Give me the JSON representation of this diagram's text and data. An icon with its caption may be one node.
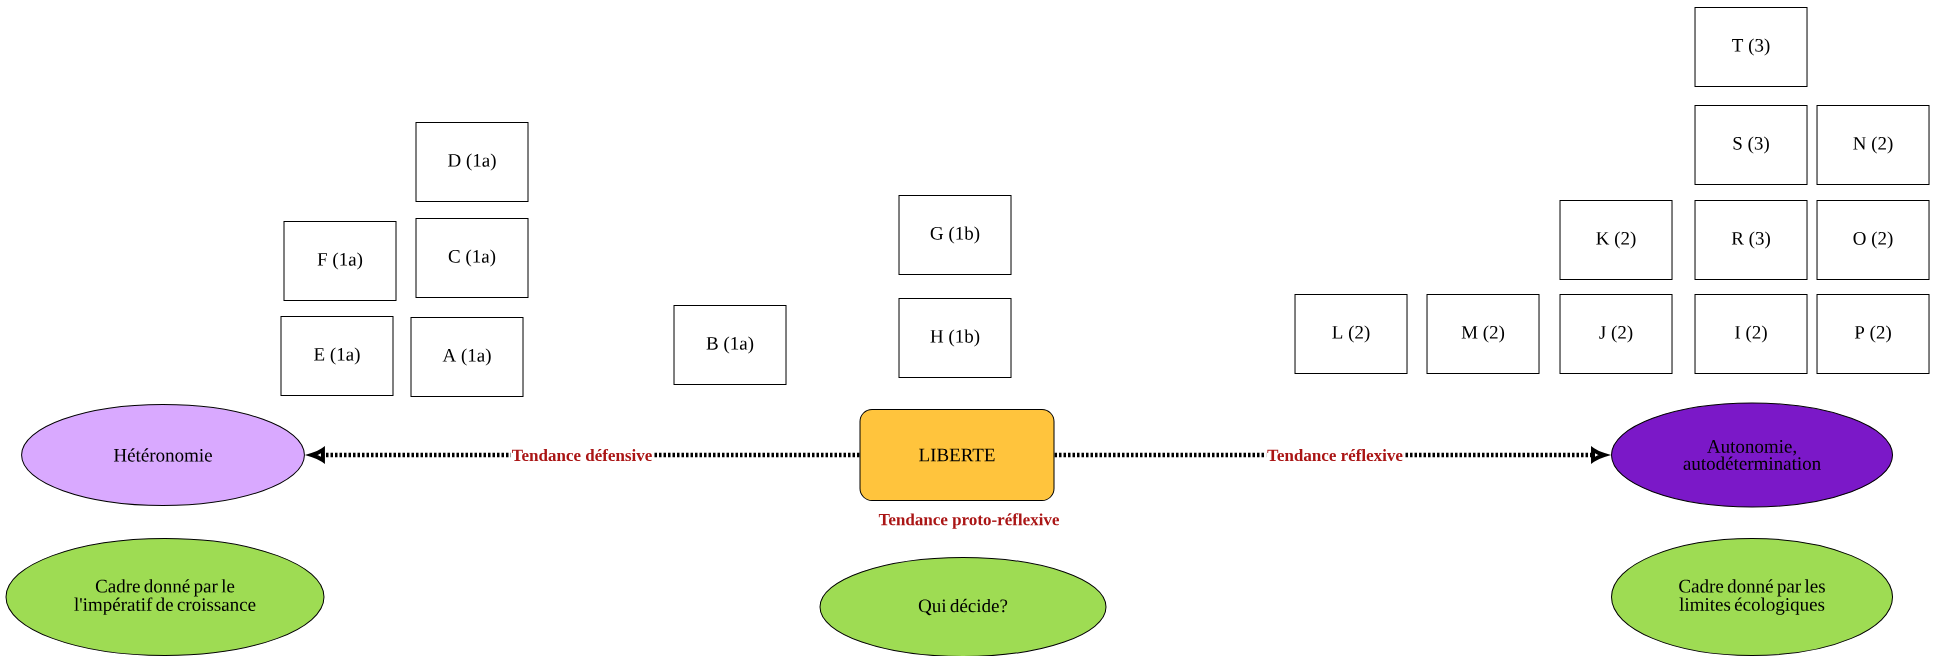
{
  "diagram": {
    "nodes": [
      {
        "text": [
          "T (3)"
        ]
      },
      {
        "text": [
          "D (1a)"
        ]
      },
      {
        "text": [
          "S (3)"
        ]
      },
      {
        "text": [
          "N (2)"
        ]
      },
      {
        "text": [
          "G (1b)"
        ]
      },
      {
        "text": [
          "C (1a)"
        ]
      },
      {
        "text": [
          "F (1a)"
        ]
      },
      {
        "text": [
          "K (2)"
        ]
      },
      {
        "text": [
          "R (3)"
        ]
      },
      {
        "text": [
          "O (2)"
        ]
      },
      {
        "text": [
          "E (1a)"
        ]
      },
      {
        "text": [
          "A (1a)"
        ]
      },
      {
        "text": [
          "B (1a)"
        ]
      },
      {
        "text": [
          "H (1b)"
        ]
      },
      {
        "text": [
          "L (2)"
        ]
      },
      {
        "text": [
          "M (2)"
        ]
      },
      {
        "text": [
          "J (2)"
        ]
      },
      {
        "text": [
          "I (2)"
        ]
      },
      {
        "text": [
          "P (2)"
        ]
      },
      {
        "text": [
          "Hétéronomie"
        ]
      },
      {
        "text": [
          "LIBERTE"
        ],
        "beside": [
          "Tendance proto-réflexive"
        ]
      },
      {
        "text": [
          "Autonomie, autodétermination"
        ]
      },
      {
        "text": [
          "Cadre donné par le l'impératif de croissance"
        ]
      },
      {
        "text": [
          "Qui décide?"
        ]
      },
      {
        "text": [
          "Cadre donné par les limites écologiques"
        ]
      }
    ],
    "edges": [
      {
        "from": 20,
        "to": 19,
        "arrow": "to",
        "label": "Tendance défensive",
        "style": "dashed"
      },
      {
        "from": 20,
        "to": 21,
        "arrow": "to",
        "label": "Tendance réflexive",
        "style": "dashed"
      }
    ]
  }
}
